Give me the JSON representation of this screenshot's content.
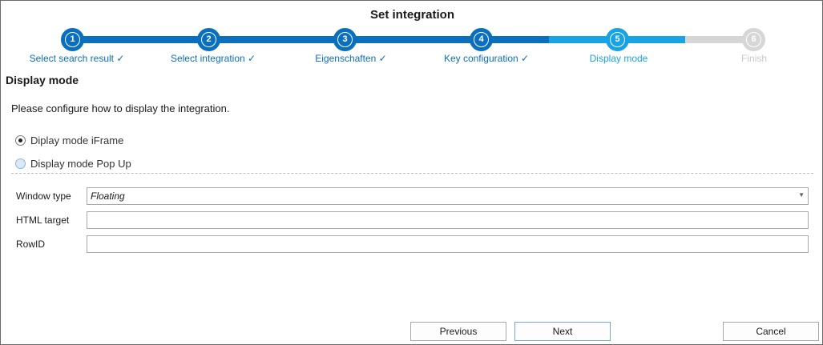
{
  "window": {
    "title": "Set integration"
  },
  "wizard": {
    "steps": [
      {
        "number": "1",
        "label": "Select search result ✓",
        "state": "done"
      },
      {
        "number": "2",
        "label": "Select integration ✓",
        "state": "done"
      },
      {
        "number": "3",
        "label": "Eigenschaften ✓",
        "state": "done"
      },
      {
        "number": "4",
        "label": "Key configuration ✓",
        "state": "done"
      },
      {
        "number": "5",
        "label": "Display mode",
        "state": "current"
      },
      {
        "number": "6",
        "label": "Finish",
        "state": "pending"
      }
    ],
    "colors": {
      "done": "#0a6fbf",
      "current": "#17a3e6",
      "pending": "#d6d6d6"
    }
  },
  "section": {
    "title": "Display mode",
    "intro": "Please configure how to display the integration."
  },
  "display_mode": {
    "options": [
      {
        "label": "Diplay mode iFrame",
        "checked": true
      },
      {
        "label": "Display mode Pop Up",
        "checked": false
      }
    ]
  },
  "form": {
    "window_type": {
      "label": "Window type",
      "value": "Floating"
    },
    "html_target": {
      "label": "HTML target",
      "value": ""
    },
    "row_id": {
      "label": "RowID",
      "value": ""
    }
  },
  "buttons": {
    "previous": "Previous",
    "next": "Next",
    "cancel": "Cancel"
  }
}
